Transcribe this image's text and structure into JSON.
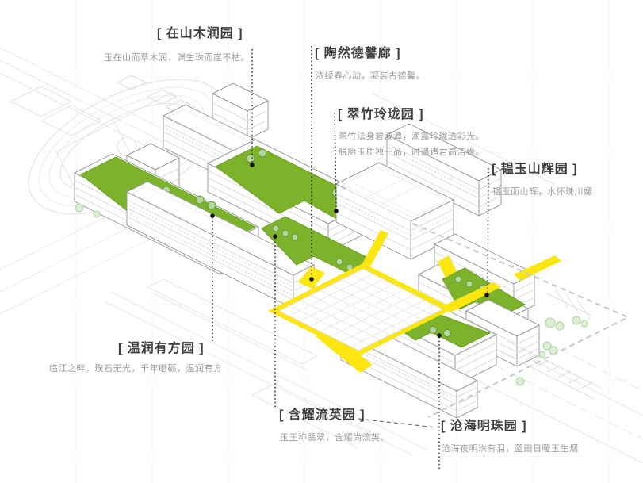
{
  "diagram": {
    "kind": "campus axonometric landscape plan",
    "labels": {
      "zaishan": {
        "title": "[ 在山木润园 ]",
        "line1": "玉在山而草木润，渊生珠而崖不枯。"
      },
      "taoran": {
        "title": "[ 陶然德馨廊 ]",
        "line1": "浓绿春心动，凝装古德馨。"
      },
      "cuizhu": {
        "title": "[ 翠竹玲珑园 ]",
        "line1": "翠竹法身碧波潭，滴露玲珑透彩光。",
        "line2": "脱胎玉质独一品，时遇诸君高洁缘。"
      },
      "yunyu": {
        "title": "[ 韫玉山辉园 ]",
        "line1": "韫玉而山辉，水怀珠川媚"
      },
      "wenrun": {
        "title": "[ 温润有方园 ]",
        "line1": "临江之畔，璞石无光，千年磨砺，温润有方"
      },
      "hanyao": {
        "title": "[ 含耀流英园 ]",
        "line1": "玉王称翡翠，含耀尚流英。"
      },
      "canghai": {
        "title": "[ 沧海明珠园 ]",
        "line1": "沧海夜明珠有泪，蓝田日暖玉生烟"
      }
    },
    "colors": {
      "green_roof": "#7db32b",
      "tree_green": "#b6d99b",
      "path_yellow": "#fbe70f",
      "building_line": "#9a9a9a",
      "leader_line": "#2d2d2d",
      "title_text": "#3d3d3d",
      "subtitle_text": "#9b9b9b"
    }
  }
}
